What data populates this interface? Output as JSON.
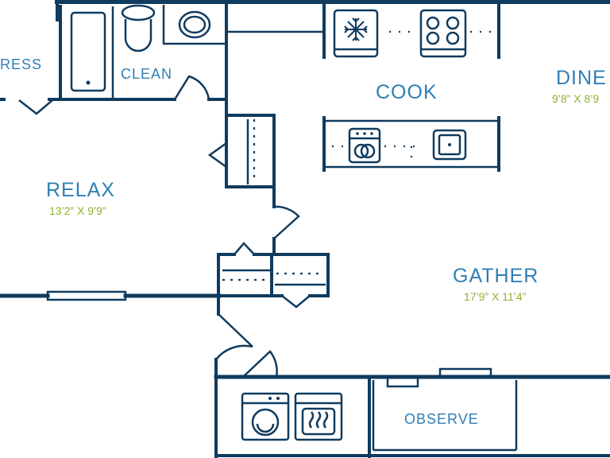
{
  "colors": {
    "wall": "#0f3b5f",
    "label": "#2f7fb5",
    "dimension": "#8db32a",
    "background": "#ffffff"
  },
  "rooms": {
    "dress": {
      "label": "RESS"
    },
    "clean": {
      "label": "CLEAN"
    },
    "cook": {
      "label": "COOK"
    },
    "dine": {
      "label": "DINE",
      "size": "9’8” X 8’9"
    },
    "relax": {
      "label": "RELAX",
      "size": "13’2” X 9’9”"
    },
    "gather": {
      "label": "GATHER",
      "size": "17’9” X 11’4”"
    },
    "observe": {
      "label": "OBSERVE"
    }
  },
  "icons": {
    "fridge": "snowflake-icon",
    "stove": "cooktop-icon",
    "dishwasher": "dishwasher-icon",
    "sink": "sink-icon",
    "washer": "washer-icon",
    "dryer": "dryer-icon"
  }
}
